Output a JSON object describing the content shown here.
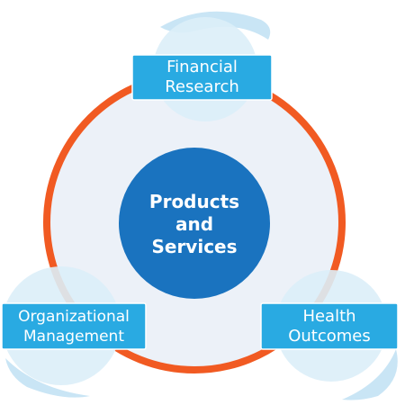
{
  "diagram": {
    "center": {
      "lines": [
        "Products",
        "and",
        "Services"
      ]
    },
    "nodes": [
      {
        "id": "financial-research",
        "lines": [
          "Financial",
          "Research"
        ]
      },
      {
        "id": "organizational-management",
        "lines": [
          "Organizational",
          "Management"
        ]
      },
      {
        "id": "health-outcomes",
        "lines": [
          "Health",
          "Outcomes"
        ]
      }
    ]
  },
  "colors": {
    "ring": "#f15a22",
    "ring_fill": "#ecf1f8",
    "center": "#1a73bf",
    "box": "#29aae2",
    "bubble": "#dceef8",
    "swoosh": "#c9e5f5"
  }
}
